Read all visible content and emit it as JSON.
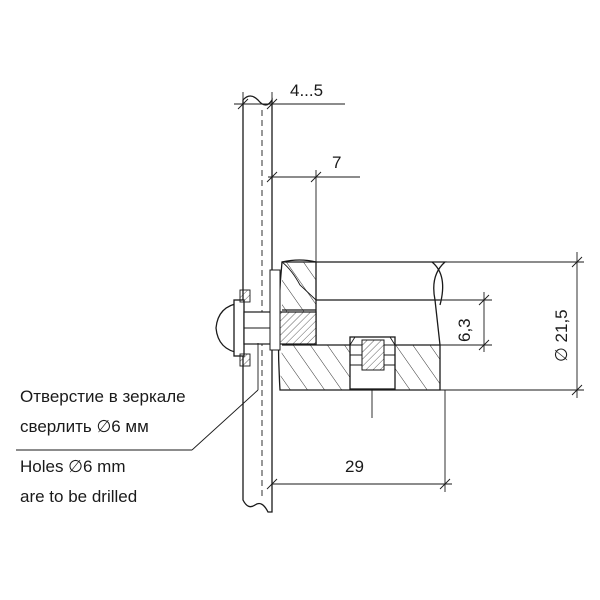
{
  "dimensions": {
    "glass_thickness": "4...5",
    "offset": "7",
    "bore": "6,3",
    "diameter": "∅ 21,5",
    "length": "29"
  },
  "notes": {
    "ru_line1": "Отверстие в зеркале",
    "ru_line2": "сверлить ∅6 мм",
    "en_line1": "Holes  ∅6 mm",
    "en_line2": "are to be drilled"
  }
}
